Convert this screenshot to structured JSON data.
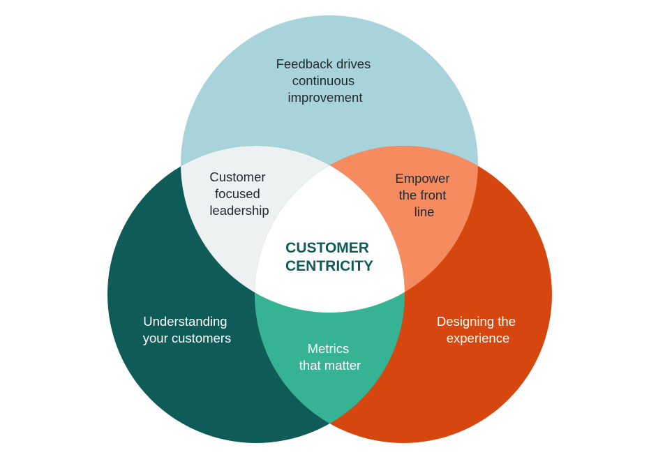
{
  "colors": {
    "top_circle": "#a8d3db",
    "left_circle": "#0f5b58",
    "right_circle": "#d6470f",
    "top_left_overlap": "#eef1f1",
    "top_right_overlap": "#f78b60",
    "left_right_overlap": "#35b394",
    "center": "#ffffff",
    "center_text": "#0f5b58"
  },
  "diagram": {
    "top": [
      "Feedback drives",
      "continuous",
      "improvement"
    ],
    "left": [
      "Understanding",
      "your customers"
    ],
    "right": [
      "Designing the",
      "experience"
    ],
    "top_left": [
      "Customer",
      "focused",
      "leadership"
    ],
    "top_right": [
      "Empower",
      "the front",
      "line"
    ],
    "bottom": [
      "Metrics",
      "that matter"
    ],
    "center": [
      "CUSTOMER",
      "CENTRICITY"
    ]
  }
}
